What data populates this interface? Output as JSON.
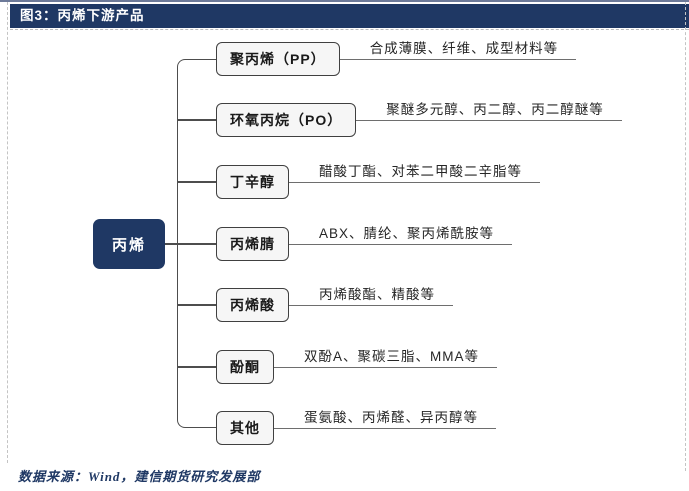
{
  "title_bar": {
    "label": "图3：丙烯下游产品"
  },
  "diagram": {
    "root": {
      "label": "丙烯"
    },
    "branches": [
      {
        "label": "聚丙烯（PP）",
        "products": "合成薄膜、纤维、成型材料等"
      },
      {
        "label": "环氧丙烷（PO）",
        "products": "聚醚多元醇、丙二醇、丙二醇醚等"
      },
      {
        "label": "丁辛醇",
        "products": "醋酸丁酯、对苯二甲酸二辛脂等"
      },
      {
        "label": "丙烯腈",
        "products": "ABX、腈纶、聚丙烯酰胺等"
      },
      {
        "label": "丙烯酸",
        "products": "丙烯酸酯、精酸等"
      },
      {
        "label": "酚酮",
        "products": "双酚A、聚碳三脂、MMA等"
      },
      {
        "label": "其他",
        "products": "蛋氨酸、丙烯醛、异丙醇等"
      }
    ]
  },
  "footer": {
    "source": "数据来源：Wind，建信期货研究发展部"
  },
  "colors": {
    "navy": "#1F3864",
    "box_border": "#404040",
    "box_fill": "#f6f6f6",
    "connector_line": "#4d4d4d",
    "annotation_line": "#6e6e6e",
    "dashed_frame": "#c4c4c4"
  }
}
